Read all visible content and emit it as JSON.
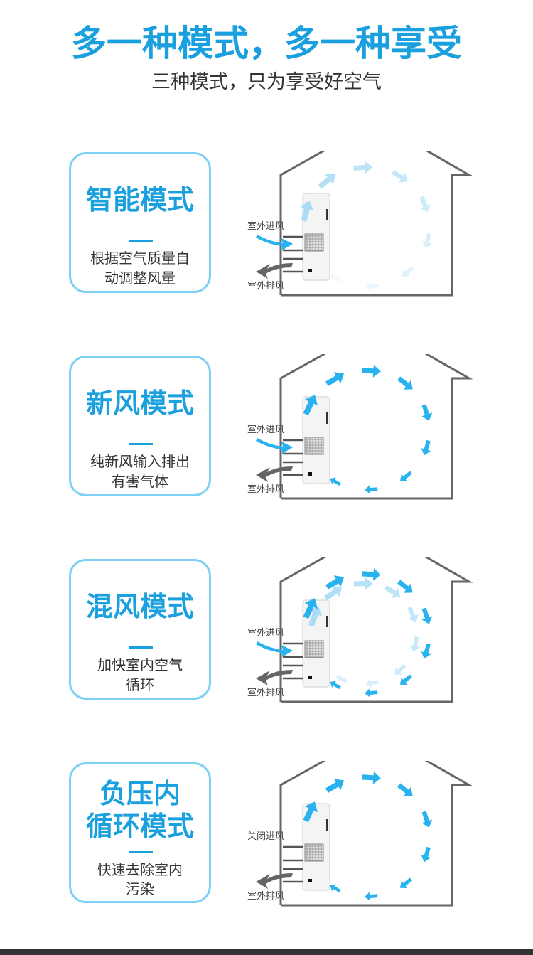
{
  "header": {
    "title": "多一种模式，多一种享受",
    "subtitle": "三种模式，只为享受好空气"
  },
  "colors": {
    "accent": "#1aa0de",
    "arrow": "#28b2ee",
    "arrow_light": "#a3d9f5",
    "card_border": "#7fd0f5",
    "house": "#666666",
    "exhaust_arrow": "#666666"
  },
  "modes": [
    {
      "title_lines": [
        "智能模式"
      ],
      "desc_lines": [
        "根据空气质量自",
        "动调整风量"
      ],
      "intake_label": "室外进风",
      "exhaust_label": "室外排风",
      "arrow_style": "faded"
    },
    {
      "title_lines": [
        "新风模式"
      ],
      "desc_lines": [
        "纯新风输入排出",
        "有害气体"
      ],
      "intake_label": "室外进风",
      "exhaust_label": "室外排风",
      "arrow_style": "solid"
    },
    {
      "title_lines": [
        "混风模式"
      ],
      "desc_lines": [
        "加快室内空气",
        "循环"
      ],
      "intake_label": "室外进风",
      "exhaust_label": "室外排风",
      "arrow_style": "mixed"
    },
    {
      "title_lines": [
        "负压内",
        "循环模式"
      ],
      "desc_lines": [
        "快速去除室内",
        "污染"
      ],
      "intake_label": "关闭进风",
      "exhaust_label": "室外排风",
      "arrow_style": "solid"
    }
  ],
  "icons": {
    "house": "house-outline-icon",
    "unit": "ventilator-unit-icon",
    "airflow": "airflow-arrow-icon",
    "intake": "intake-arrow-icon",
    "exhaust": "exhaust-arrow-icon"
  }
}
